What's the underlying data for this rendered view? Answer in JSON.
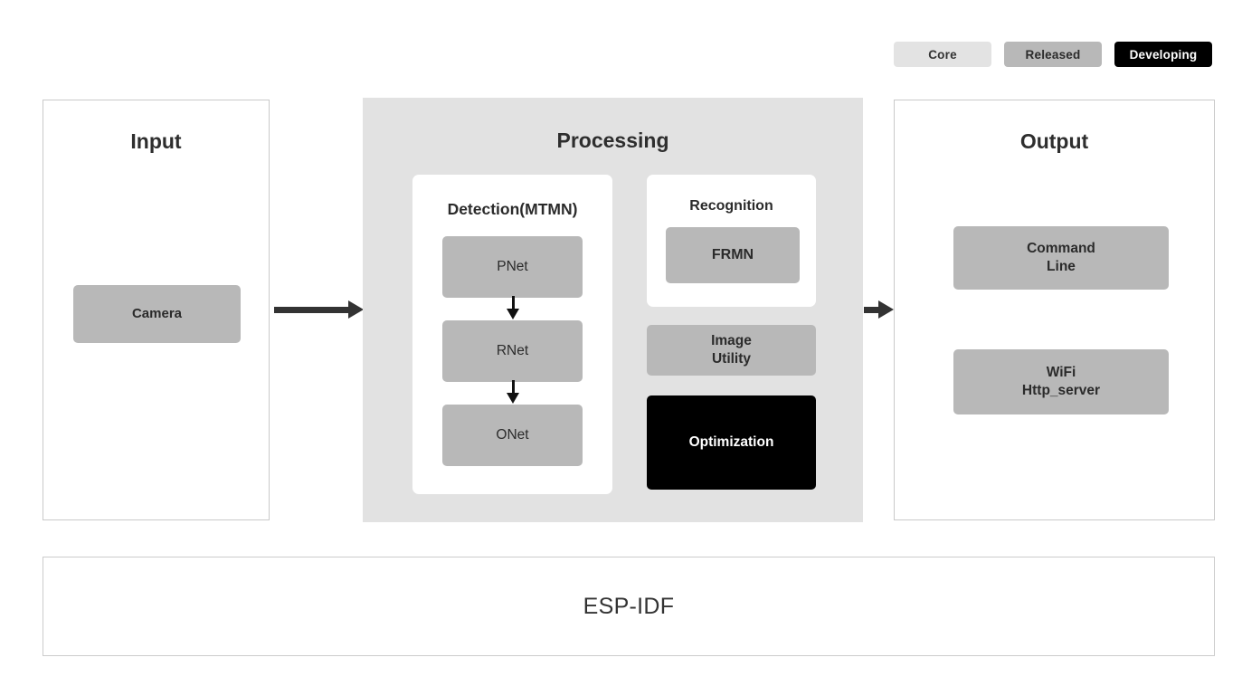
{
  "legend": {
    "items": [
      {
        "label": "Core",
        "color": "#e3e3e3",
        "text_color": "#333333"
      },
      {
        "label": "Released",
        "color": "#b8b8b8",
        "text_color": "#2b2b2b"
      },
      {
        "label": "Developing",
        "color": "#000000",
        "text_color": "#ffffff"
      }
    ]
  },
  "input": {
    "title": "Input",
    "boxes": [
      {
        "label": "Camera",
        "status": "Released"
      }
    ]
  },
  "processing": {
    "title": "Processing",
    "detection": {
      "title": "Detection(MTMN)",
      "stages": [
        {
          "label": "PNet",
          "status": "Released"
        },
        {
          "label": "RNet",
          "status": "Released"
        },
        {
          "label": "ONet",
          "status": "Released"
        }
      ]
    },
    "recognition": {
      "title": "Recognition",
      "boxes": [
        {
          "label": "FRMN",
          "status": "Released"
        }
      ]
    },
    "modules": [
      {
        "label_line1": "Image",
        "label_line2": "Utility",
        "status": "Released"
      },
      {
        "label_line1": "Optimization",
        "label_line2": "",
        "status": "Developing"
      }
    ]
  },
  "output": {
    "title": "Output",
    "boxes": [
      {
        "label_line1": "Command",
        "label_line2": "Line",
        "status": "Released"
      },
      {
        "label_line1": "WiFi",
        "label_line2": "Http_server",
        "status": "Released"
      }
    ]
  },
  "foundation": {
    "label": "ESP-IDF"
  },
  "colors": {
    "core": "#e3e3e3",
    "released": "#b8b8b8",
    "developing": "#000000",
    "panel_border": "#c9c9c9",
    "processing_bg": "#e2e2e2",
    "arrow": "#333333",
    "text_dark": "#2b2b2b"
  }
}
